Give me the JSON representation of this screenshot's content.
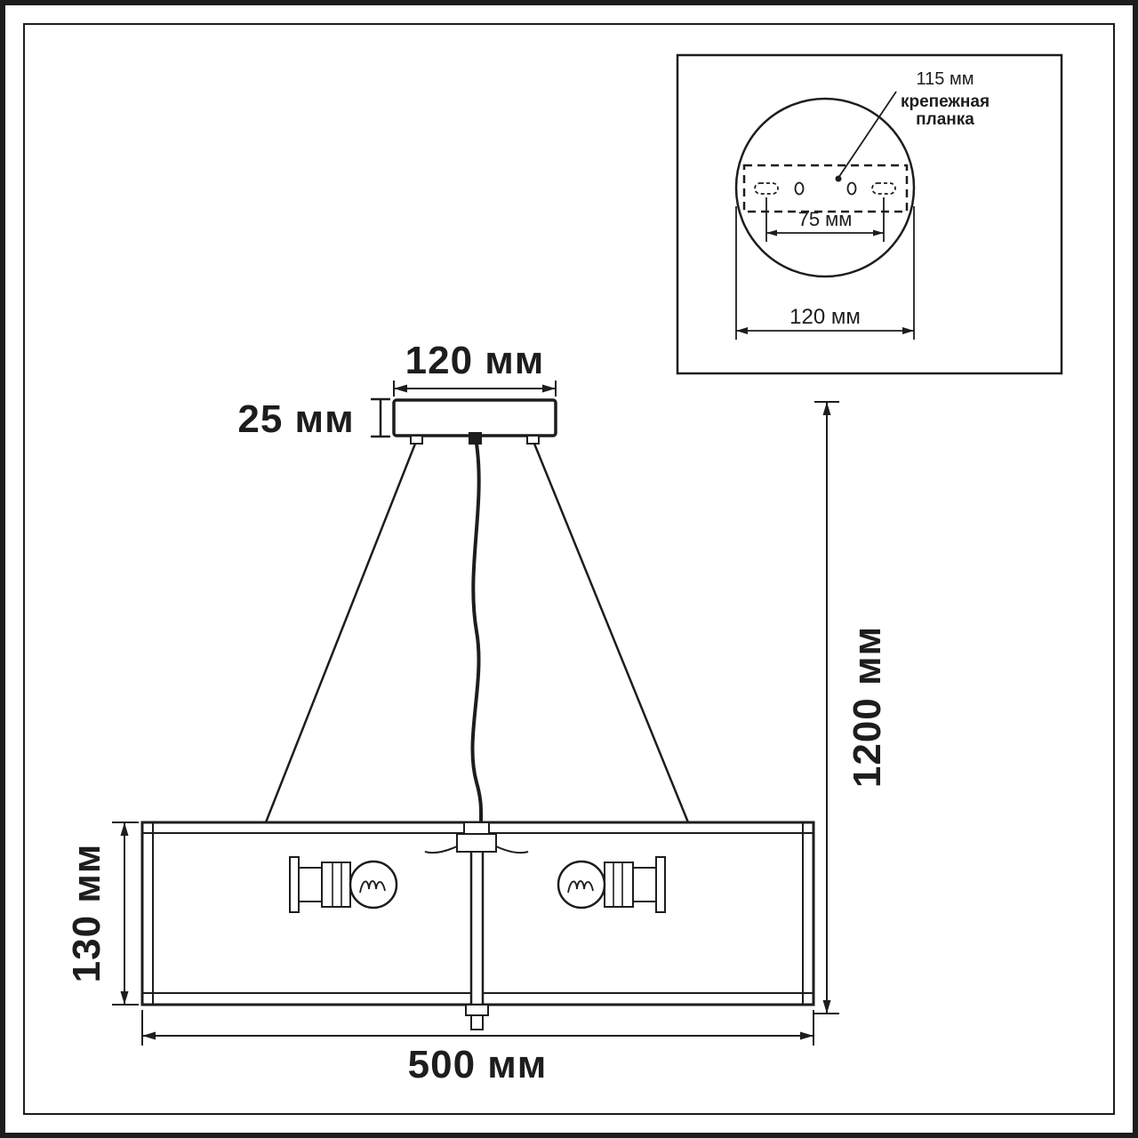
{
  "labels": {
    "canopy_width": "120 мм",
    "canopy_height": "25 мм",
    "overall_height": "1200 мм",
    "shade_height": "130 мм",
    "shade_width": "500 мм"
  },
  "inset": {
    "plate_offset": "115 мм",
    "plate_name_line1": "крепежная",
    "plate_name_line2": "планка",
    "hole_spacing": "75 мм",
    "base_diameter": "120 мм"
  },
  "colors": {
    "line": "#1d1d1d",
    "background": "#ffffff"
  }
}
